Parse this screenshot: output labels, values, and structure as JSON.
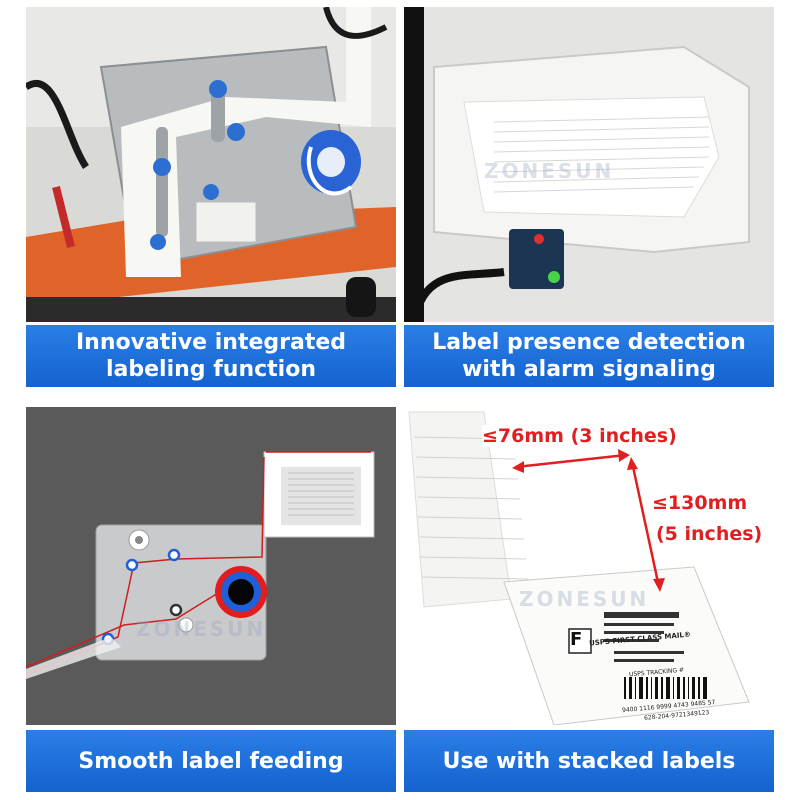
{
  "watermark": "ZONESUN",
  "panels": [
    {
      "caption_line1": "Innovative integrated",
      "caption_line2": "labeling function"
    },
    {
      "caption_line1": "Label presence detection",
      "caption_line2": "with alarm signaling"
    },
    {
      "caption_line1": "Smooth label feeding",
      "caption_line2": ""
    },
    {
      "caption_line1": "Use with stacked labels",
      "caption_line2": ""
    }
  ],
  "dimensions": {
    "width_label": "≤76mm (3 inches)",
    "height_label_1": "≤130mm",
    "height_label_2": "(5 inches)"
  },
  "shipping_label": {
    "class_letter": "F",
    "service": "USPS FIRST CLASS MAIL®",
    "tracking_title": "USPS TRACKING #",
    "tracking_number": "9400 1116 9999 4743 9485 57",
    "ref": "628-204-9721349123"
  },
  "colors": {
    "caption_blue": "#1d6fdc",
    "dimension_red": "#e02020",
    "feed_path_red": "#cc1f1f",
    "roller_blue": "#1f5fd8"
  }
}
